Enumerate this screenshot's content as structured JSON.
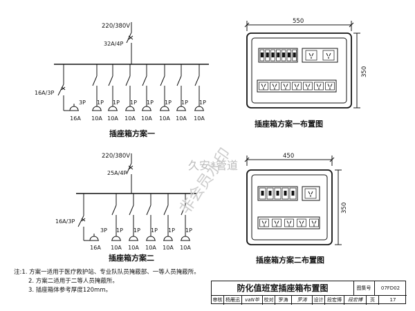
{
  "scheme1": {
    "supply": "220/380V",
    "main_breaker": "32A/4P",
    "branch_breaker": "16A/3P",
    "poles": [
      "3P",
      "1P",
      "1P",
      "1P",
      "1P",
      "1P",
      "1P",
      "1P"
    ],
    "ratings": [
      "16A",
      "10A",
      "10A",
      "10A",
      "10A",
      "10A",
      "10A",
      "10A"
    ],
    "caption": "插座箱方案一"
  },
  "scheme2": {
    "supply": "220/380V",
    "main_breaker": "25A/4P",
    "branch_breaker": "16A/3P",
    "poles": [
      "3P",
      "1P",
      "1P",
      "1P",
      "1P",
      "1P"
    ],
    "ratings": [
      "16A",
      "10A",
      "10A",
      "10A",
      "10A",
      "10A"
    ],
    "caption": "插座箱方案二"
  },
  "layout1": {
    "width": "550",
    "height": "350",
    "caption": "插座箱方案一布置图"
  },
  "layout2": {
    "width": "450",
    "height": "350",
    "caption": "插座箱方案二布置图"
  },
  "notes": {
    "prefix": "注:",
    "items": [
      "1. 方案一适用于医疗救护站、专业队队员掩蔽部、一等人员掩蔽所。",
      "2. 方案二适用于二等人员掩蔽所。",
      "3. 插座箱体参考厚度120mm。"
    ]
  },
  "title_block": {
    "title": "防化值班室插座箱布置图",
    "atlas_label": "图集号",
    "atlas_no": "07FD02",
    "review_label": "审核",
    "reviewer": "杨雁迅",
    "review_sign": "vaN毕",
    "check_label": "校对",
    "checker": "罗涛",
    "check_sign": "罗涛",
    "design_label": "设计",
    "designer": "段宏博",
    "design_sign": "段宏博",
    "page_label": "页",
    "page_no": "17"
  },
  "watermark": {
    "text1": "久安*管道",
    "text2": "非会员水印"
  }
}
